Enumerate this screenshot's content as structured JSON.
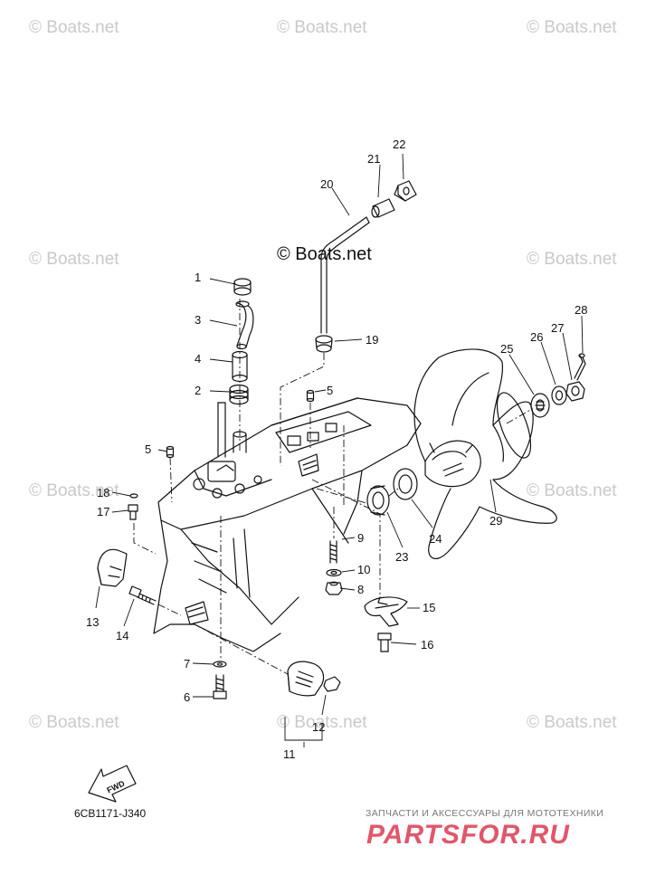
{
  "watermark": "© Boats.net",
  "center_watermark": "© Boats.net",
  "diagram_code": "6CB1171-J340",
  "fwd_label": "FWD",
  "promo": {
    "text": "ЗАПЧАСТИ И АКСЕССУАРЫ ДЛЯ МОТОТЕХНИКИ",
    "logo": "PARTSFOR.RU",
    "color": "#e2566a"
  },
  "part_labels": {
    "p1": "1",
    "p2": "2",
    "p3": "3",
    "p4": "4",
    "p5a": "5",
    "p5b": "5",
    "p6": "6",
    "p7": "7",
    "p8": "8",
    "p9": "9",
    "p10": "10",
    "p11": "11",
    "p12": "12",
    "p13": "13",
    "p14": "14",
    "p15": "15",
    "p16": "16",
    "p17": "17",
    "p18": "18",
    "p19": "19",
    "p20": "20",
    "p21": "21",
    "p22": "22",
    "p23": "23",
    "p24": "24",
    "p25": "25",
    "p26": "26",
    "p27": "27",
    "p28": "28",
    "p29": "29"
  }
}
